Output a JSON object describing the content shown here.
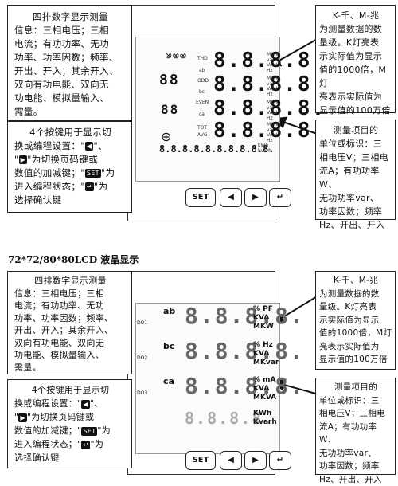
{
  "d1": {
    "left_top": [
      "四排数字显示测量",
      "信息：三相电压；三相",
      "电流；有功功率、无功",
      "功率、功率因数；频率、",
      "开出、开入；其余开入、",
      "双向有功电能、双向无",
      "功电能、模拟量输入、",
      "需量。"
    ],
    "left_bottom": {
      "line1": "4个按键用于显示切",
      "line2_a": "换或编程设置：\"",
      "line2_b": "\"、",
      "line3_a": "\"",
      "line3_b": "\"为切换页码键或",
      "line4_a": "数值的加减键；\"",
      "line4_b": "\"为",
      "line5_a": "进入编程状态；\"",
      "line5_b": "\"为",
      "line6": "选择确认键"
    },
    "right_top": [
      "K-千、M-兆",
      "为测量数据的数",
      "量级。K灯亮表",
      "示实际值为显示",
      "值的1000倍，M灯",
      "亮表示实际值为",
      "显示值的100万倍"
    ],
    "right_bottom": [
      "测量项目的",
      "单位或标识：三",
      "相电压V；三相电",
      "流A；有功功率W、",
      "无功功率var、",
      "功率因数；频率",
      "Hz、开出、开入"
    ],
    "digits": [
      "8.8.8.8.",
      "8.8.8.8.",
      "8.8.8.8.",
      "8.8.8.8."
    ],
    "bottom_row": "8.8.8.8.8.8.8.8.8.8.",
    "labels": {
      "thd": "THD",
      "ab": "ab",
      "odd": "ODD",
      "bc": "bc",
      "even": "EVEN",
      "ca": "ca",
      "tot": "TOT",
      "avg": "AVG"
    },
    "units": [
      "Mk%\nvar\nVAW\nHz",
      "Mk%\nvar\nVAW\nHz",
      "Mk%\nvar\nVAW\nHz",
      "Mk%\nvar\nVAW\nHz"
    ],
    "kwh": "kWh\nkvarh",
    "buttons": {
      "set": "SET",
      "left": "◀",
      "right": "▶",
      "enter": "↵"
    }
  },
  "heading": "72*72/80*80LCD 液晶显示",
  "d2": {
    "left_top": [
      "四排数字显示测量",
      "信息：三相电压；三相",
      "电流；有功功率、无功",
      "功率、功率因数；频率、",
      "开出、开入；其余开入、",
      "双向有功电能、双向无",
      "功电能、模拟量输入、",
      "需量。"
    ],
    "left_bottom": {
      "line1": "4个按键用于显示切",
      "line2_a": "换或编程设置：\"",
      "line2_b": "\"、",
      "line3_a": "\"",
      "line3_b": "\"为切换页码键或",
      "line4_a": "数值的加减键；\"",
      "line4_b": "\"为",
      "line5_a": "进入编程状态；\"",
      "line5_b": "\"为",
      "line6": "选择确认键"
    },
    "right_top": [
      "K-千、M-兆",
      "为测量数据的数",
      "量级。K灯亮表",
      "示实际值为显示",
      "值的1000倍，M灯",
      "亮表示实际值为",
      "显示值的100万倍"
    ],
    "right_bottom": [
      "测量项目的",
      "单位或标识：三",
      "相电压V；三相电",
      "流A；有功功率W、",
      "无功功率var、",
      "功率因数；频率",
      "Hz、开出、开入"
    ],
    "rows": [
      {
        "phase": "ab",
        "do": "DO1",
        "units": [
          "% PF",
          "KVA",
          "MKW"
        ]
      },
      {
        "phase": "bc",
        "do": "DO2",
        "units": [
          "% Hz",
          "KVA",
          "MKvar"
        ]
      },
      {
        "phase": "ca",
        "do": "DO3",
        "units": [
          "% mA",
          "KVA",
          "MKVA"
        ]
      }
    ],
    "digits": "8.8.8.8.",
    "kwh": [
      "KWh",
      "Kvarh"
    ],
    "buttons": {
      "set": "SET",
      "left": "◀",
      "right": "▶",
      "enter": "↵"
    }
  },
  "keys": {
    "left": "◀",
    "right": "▶",
    "set": "SET",
    "enter": "↵"
  }
}
